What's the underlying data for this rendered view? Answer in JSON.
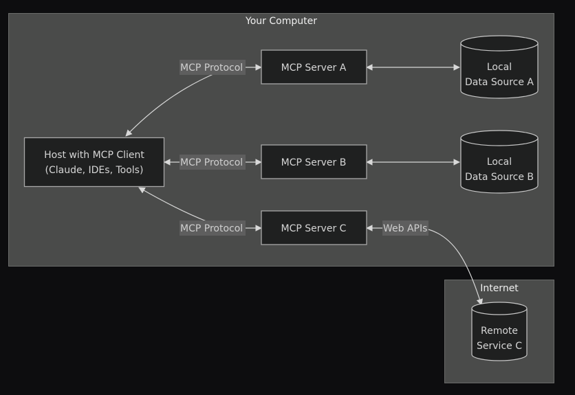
{
  "clusters": {
    "computer": {
      "label": "Your Computer"
    },
    "internet": {
      "label": "Internet"
    }
  },
  "nodes": {
    "host": {
      "lines": [
        "Host with MCP Client",
        "(Claude, IDEs, Tools)"
      ]
    },
    "server_a": {
      "label": "MCP Server A"
    },
    "server_b": {
      "label": "MCP Server B"
    },
    "server_c": {
      "label": "MCP Server C"
    },
    "data_a": {
      "lines": [
        "Local",
        "Data Source A"
      ]
    },
    "data_b": {
      "lines": [
        "Local",
        "Data Source B"
      ]
    },
    "remote_c": {
      "lines": [
        "Remote",
        "Service C"
      ]
    }
  },
  "edges": {
    "host_to_a": {
      "label": "MCP Protocol"
    },
    "host_to_b": {
      "label": "MCP Protocol"
    },
    "host_to_c": {
      "label": "MCP Protocol"
    },
    "c_to_remote": {
      "label": "Web APIs"
    }
  }
}
